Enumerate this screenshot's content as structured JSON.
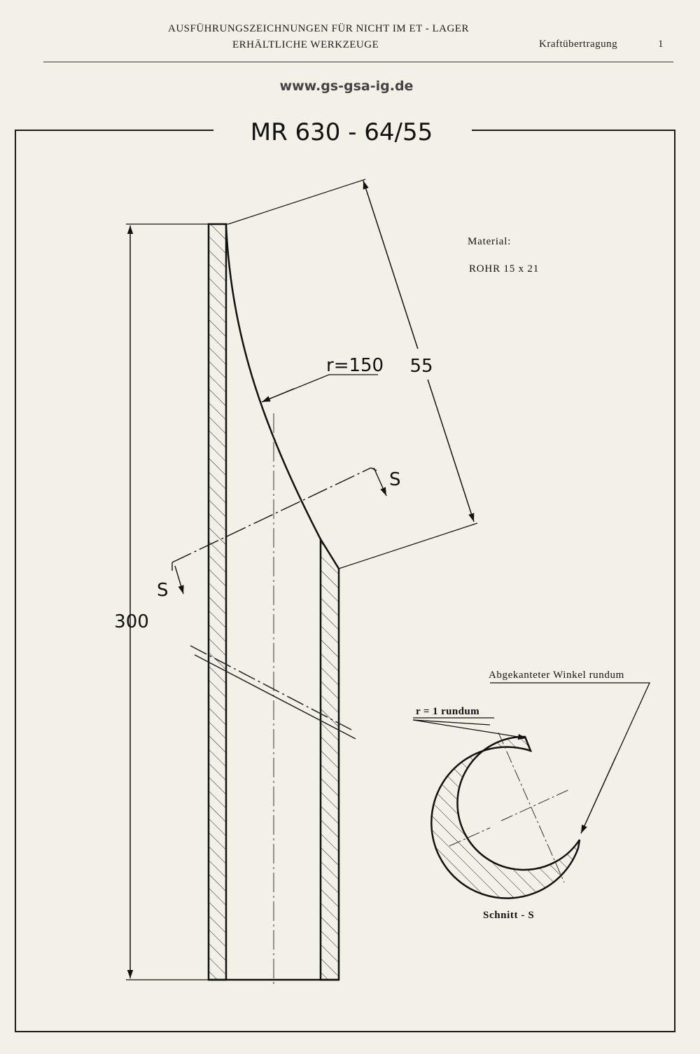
{
  "header": {
    "line1": "AUSFÜHRUNGSZEICHNUNGEN FÜR NICHT IM ET - LAGER",
    "line2": "ERHÄLTLICHE WERKZEUGE",
    "section": "Kraftübertragung",
    "page": "1"
  },
  "url": "www.gs-gsa-ig.de",
  "drawing": {
    "title": "MR 630 - 64/55",
    "material_label": "Material:",
    "material_value": "ROHR 15 x 21",
    "dim_radius": "r=150",
    "dim_length_angled": "55",
    "dim_length_total": "300",
    "section_marker": "S",
    "detail_edge_note": "Abgekanteter Winkel rundum",
    "detail_radius_note": "r = 1 rundum",
    "detail_caption": "Schnitt - S"
  }
}
